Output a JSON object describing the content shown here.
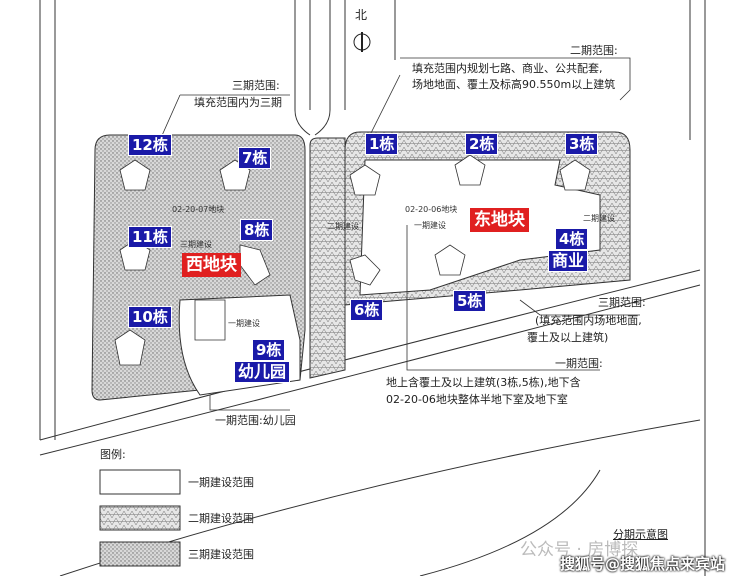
{
  "north_label": "北",
  "notes": {
    "phase2_title": "二期范围:",
    "phase2_line1": "填充范围内规划七路、商业、公共配套,",
    "phase2_line2": "场地地面、覆土及标高90.550m以上建筑",
    "phase3_title": "三期范围:",
    "phase3_text": "填充范围内为三期",
    "phase3_east_title": "三期范围:",
    "phase3_east_line1": "(填充范围内场地地面,",
    "phase3_east_line2": "覆土及以上建筑)",
    "phase1_title": "一期范围:",
    "phase1_line1": "地上含覆土及以上建筑(3栋,5栋),地下含",
    "phase1_line2": "02-20-06地块整体半地下室及地下室",
    "phase1_kinder": "一期范围:幼儿园"
  },
  "plot_labels": {
    "west_plot_code": "02-20-07地块",
    "west_phase": "三期建设",
    "west_name": "西地块",
    "east_plot_code": "02-20-06地块",
    "east_phase": "一期建设",
    "east_name": "东地块",
    "mid_phase2": "二期建设",
    "east_phase2": "二期建设",
    "kinder_phase": "一期建设"
  },
  "buildings": [
    "12栋",
    "7栋",
    "11栋",
    "8栋",
    "10栋",
    "9栋",
    "幼儿园",
    "1栋",
    "2栋",
    "3栋",
    "4栋",
    "商业",
    "6栋",
    "5栋"
  ],
  "legend": {
    "title": "图例:",
    "items": [
      {
        "label": "一期建设范围",
        "fill": "blank"
      },
      {
        "label": "二期建设范围",
        "fill": "triangle-hatch"
      },
      {
        "label": "三期建设范围",
        "fill": "dot-hatch"
      }
    ]
  },
  "caption": "分期示意图",
  "watermarks": [
    "公众号 · 房博探",
    "搜狐号@搜狐焦点来宾站"
  ],
  "colors": {
    "building_label": "#1a1aa8",
    "plot_label": "#e02020"
  }
}
